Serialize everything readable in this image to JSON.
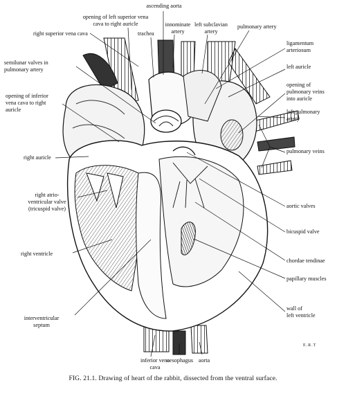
{
  "labels": {
    "ascending_aorta": "ascending aorta",
    "opening_left_svc": "opening of left superior vena\ncava to right auricle",
    "innominate_artery": "innominate\nartery",
    "left_subclavian_artery": "left subclavian\nartery",
    "pulmonary_artery_top": "pulmonary artery",
    "trachea": "trachea",
    "right_superior_vena_cava": "right superior vena cava",
    "ligamentum_arteriosum": "ligamentum\narteriosum",
    "semilunar_valves": "semilunar valves in\npulmonary artery",
    "left_auricle": "left auricle",
    "opening_inferior_vena_cava": "opening of inferior\nvena cava to right\nauricle",
    "opening_pulmonary_veins": "opening of\npulmonary veins\ninto auricle",
    "left_pulmonary_artery": "left pulmonary\nartery",
    "right_auricle": "right auricle",
    "pulmonary_veins": "pulmonary veins",
    "right_av_valve": "right atrio-\nventricular valve\n(tricuspid valve)",
    "aortic_valves": "aortic valves",
    "bicuspid_valve": "bicuspid valve",
    "right_ventricle": "right ventricle",
    "chordae_tendinae": "chordae tendinae",
    "papillary_muscles": "papillary muscles",
    "wall_left_ventricle": "wall of\nleft ventricle",
    "interventricular_septum": "interventricular\nseptum",
    "inferior_vena_cava": "inferior vena\ncava",
    "oesophagus": "oesophagus",
    "aorta": "aorta"
  },
  "signature": "E.R.T",
  "caption": "FIG. 21.1. Drawing of heart of the rabbit, dissected from the ventral surface."
}
